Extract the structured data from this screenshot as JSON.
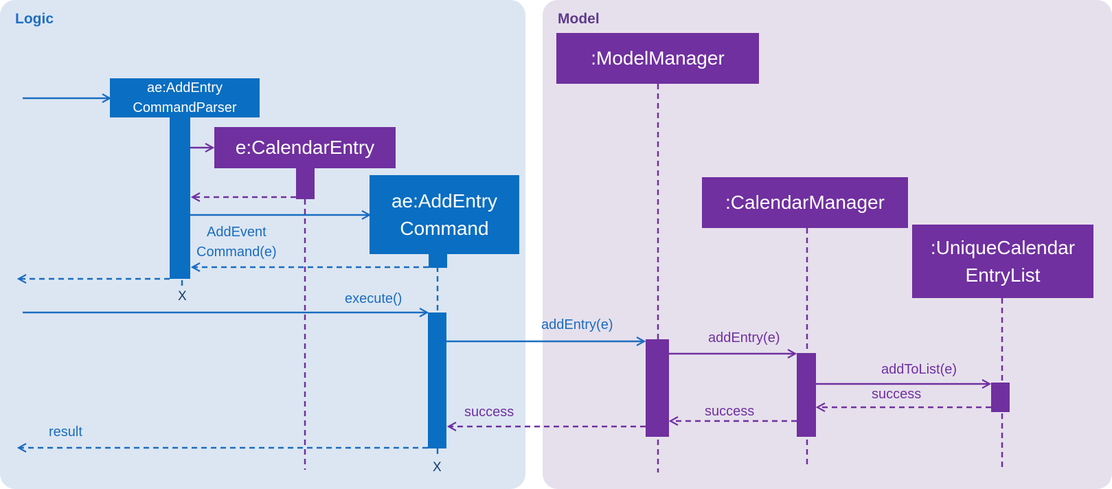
{
  "frames": {
    "logic": "Logic",
    "model": "Model"
  },
  "participants": {
    "parser": "ae:AddEntry\nCommandParser",
    "calendar_entry": "e:CalendarEntry",
    "add_entry_command": "ae:AddEntry\nCommand",
    "model_manager": ":ModelManager",
    "calendar_manager": ":CalendarManager",
    "unique_list": ":UniqueCalendar\nEntryList"
  },
  "messages": {
    "add_event_command": "AddEvent\nCommand(e)",
    "execute": "execute()",
    "add_entry_model": "addEntry(e)",
    "add_entry_calendar": "addEntry(e)",
    "add_to_list": "addToList(e)",
    "success_list": "success",
    "success_calendar": "success",
    "success_model": "success",
    "result": "result"
  },
  "destroy_marks": {
    "parser": "X",
    "command": "X"
  },
  "colors": {
    "logic": "#0a6ec2",
    "model": "#7030a0",
    "logic_bg": "#dce6f2",
    "model_bg": "#e6e0ec"
  }
}
